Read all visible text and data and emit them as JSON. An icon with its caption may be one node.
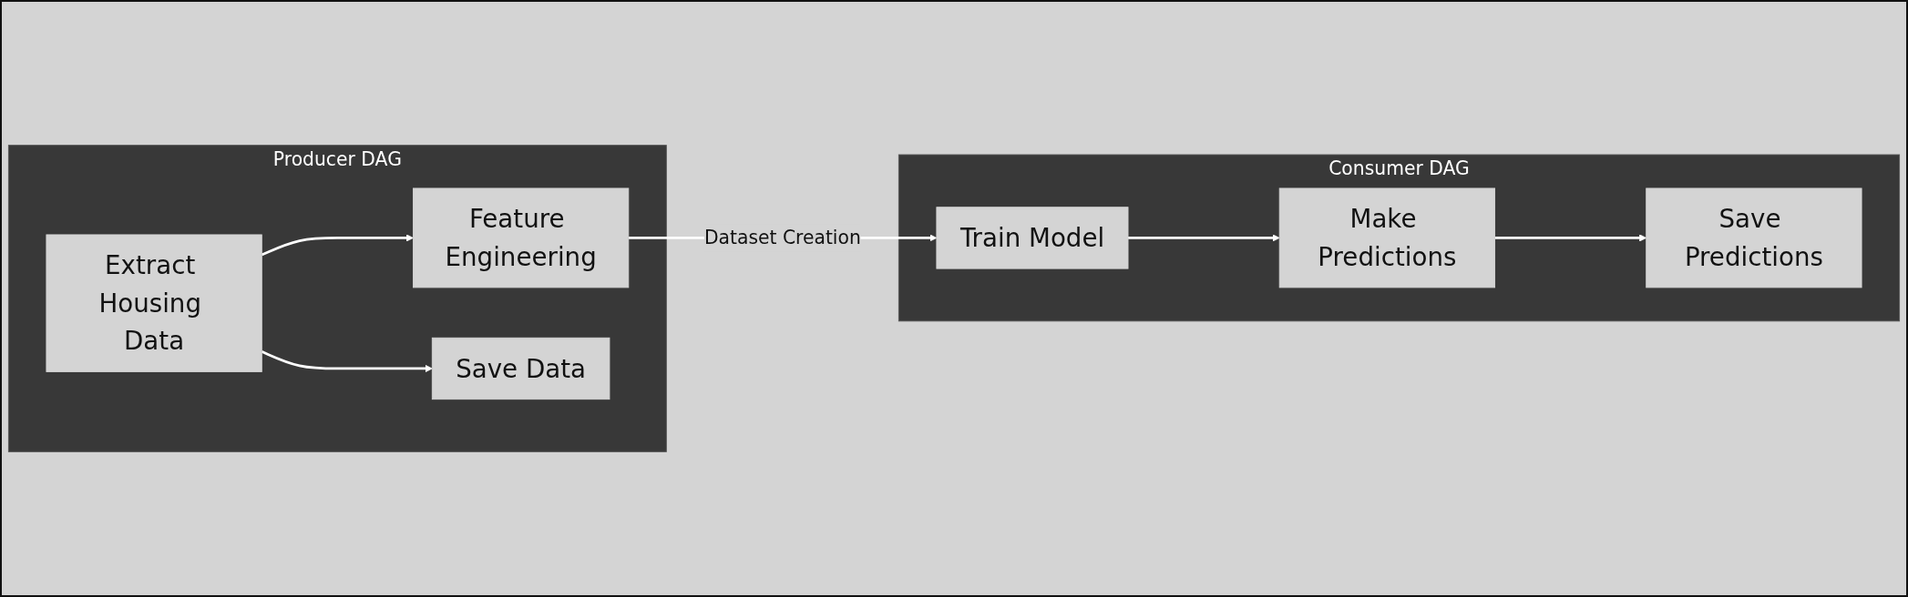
{
  "diagram": {
    "nodes": [
      {
        "text": [
          "Producer DAG"
        ]
      },
      {
        "text": [
          "Extract Housing Data"
        ],
        "in": 0
      },
      {
        "text": [
          "Feature Engineering"
        ],
        "in": 0
      },
      {
        "text": [
          "Save Data"
        ],
        "in": 0
      },
      {
        "text": [
          "Consumer DAG"
        ]
      },
      {
        "text": [
          "Train Model"
        ],
        "in": 4
      },
      {
        "text": [
          "Make Predictions"
        ],
        "in": 4
      },
      {
        "text": [
          "Save Predictions"
        ],
        "in": 4
      }
    ],
    "edges": [
      {
        "from": 1,
        "to": 2,
        "arrow": "to"
      },
      {
        "from": 1,
        "to": 3,
        "arrow": "to"
      },
      {
        "from": 2,
        "to": 5,
        "arrow": "to",
        "label": "Dataset Creation"
      },
      {
        "from": 5,
        "to": 6,
        "arrow": "to"
      },
      {
        "from": 6,
        "to": 7,
        "arrow": "to"
      }
    ]
  }
}
